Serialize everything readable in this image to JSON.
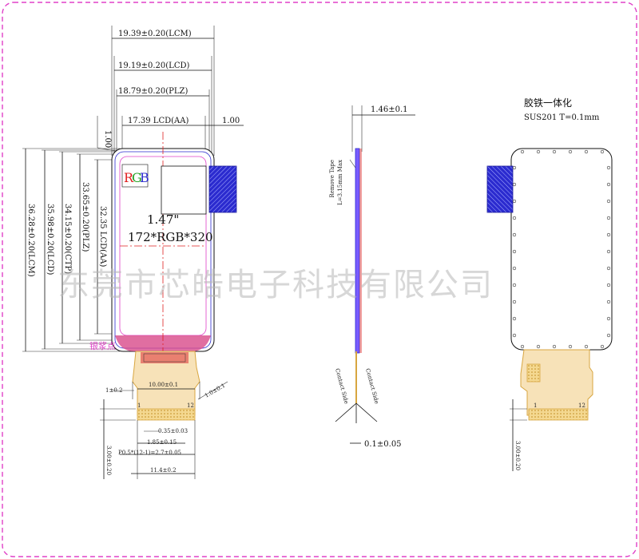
{
  "front_view": {
    "dim_lcm_width": "19.39±0.20(LCM)",
    "dim_lcd_width": "19.19±0.20(LCD)",
    "dim_plz_width": "18.79±0.20(PLZ)",
    "dim_aa_width": "17.39  LCD(AA)",
    "dim_left_margin": "1.00",
    "dim_right_margin": "1.00",
    "dim_lcm_height": "36.28±0.20(LCM)",
    "dim_lcd_height": "35.98±0.20(LCD)",
    "dim_ctp_height": "34.15±0.20(CTP)",
    "dim_plz_height": "33.65±0.20(PLZ)",
    "dim_aa_height": "32.35  LCD(AA)",
    "rgb_r": "R",
    "rgb_g": "G",
    "rgb_b": "B",
    "size_label": "1.47\"",
    "resolution_label": "172*RGB*320",
    "silver_paste_label": "银浆点",
    "fpc_width": "10.00±0.1",
    "fpc_left_offset": "1±0.2",
    "fpc_angle_note": "1.0±0.1",
    "pin_first": "1",
    "pin_last": "12",
    "pin_pitch": "0.35±0.03",
    "pin_span": "1.85±0.15",
    "pin_formula": "P0.5*(12-1)=2.7±0.05",
    "connector_width": "11.4±0.2",
    "connector_height": "3.00±0.20"
  },
  "side_view": {
    "thickness": "1.46±0.1",
    "tape_note_1": "Remove Tape",
    "tape_note_2": "L=3.15mm Max",
    "contact_left": "Contact Side",
    "contact_right": "Contact Side",
    "fpc_thickness": "0.1±0.05"
  },
  "back_view": {
    "title_cn": "胶铁一体化",
    "material": "SUS201 T=0.1mm",
    "pin_first": "1",
    "pin_last": "12",
    "connector_height": "3.00±0.20"
  },
  "watermark": "东莞市芯皓电子科技有限公司",
  "colors": {
    "border": "#e040c8",
    "hatch_fill": "#2b2bcf",
    "fpc_fill": "#f7e2b8",
    "fpc_stroke": "#d8a640",
    "red_center": "#e02020"
  }
}
